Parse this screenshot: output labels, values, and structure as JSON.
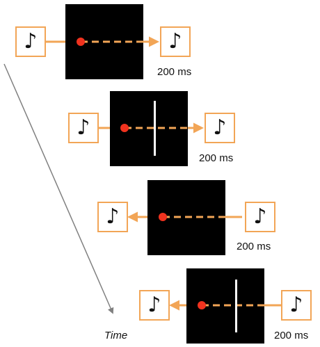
{
  "time_label": "Time",
  "colors": {
    "orange": "#F2A556",
    "dot": "#F0321E",
    "screen": "#000000",
    "time_arrow": "#808080"
  },
  "trials": [
    {
      "duration": "200 ms",
      "direction": "right",
      "vertical_bar": false,
      "icon": "music-note-icon",
      "note": "♪"
    },
    {
      "duration": "200 ms",
      "direction": "right",
      "vertical_bar": true,
      "icon": "music-note-icon",
      "note": "♪"
    },
    {
      "duration": "200 ms",
      "direction": "left",
      "vertical_bar": false,
      "icon": "music-note-icon",
      "note": "♪"
    },
    {
      "duration": "200 ms",
      "direction": "left",
      "vertical_bar": true,
      "icon": "music-note-icon",
      "note": "♪"
    }
  ]
}
